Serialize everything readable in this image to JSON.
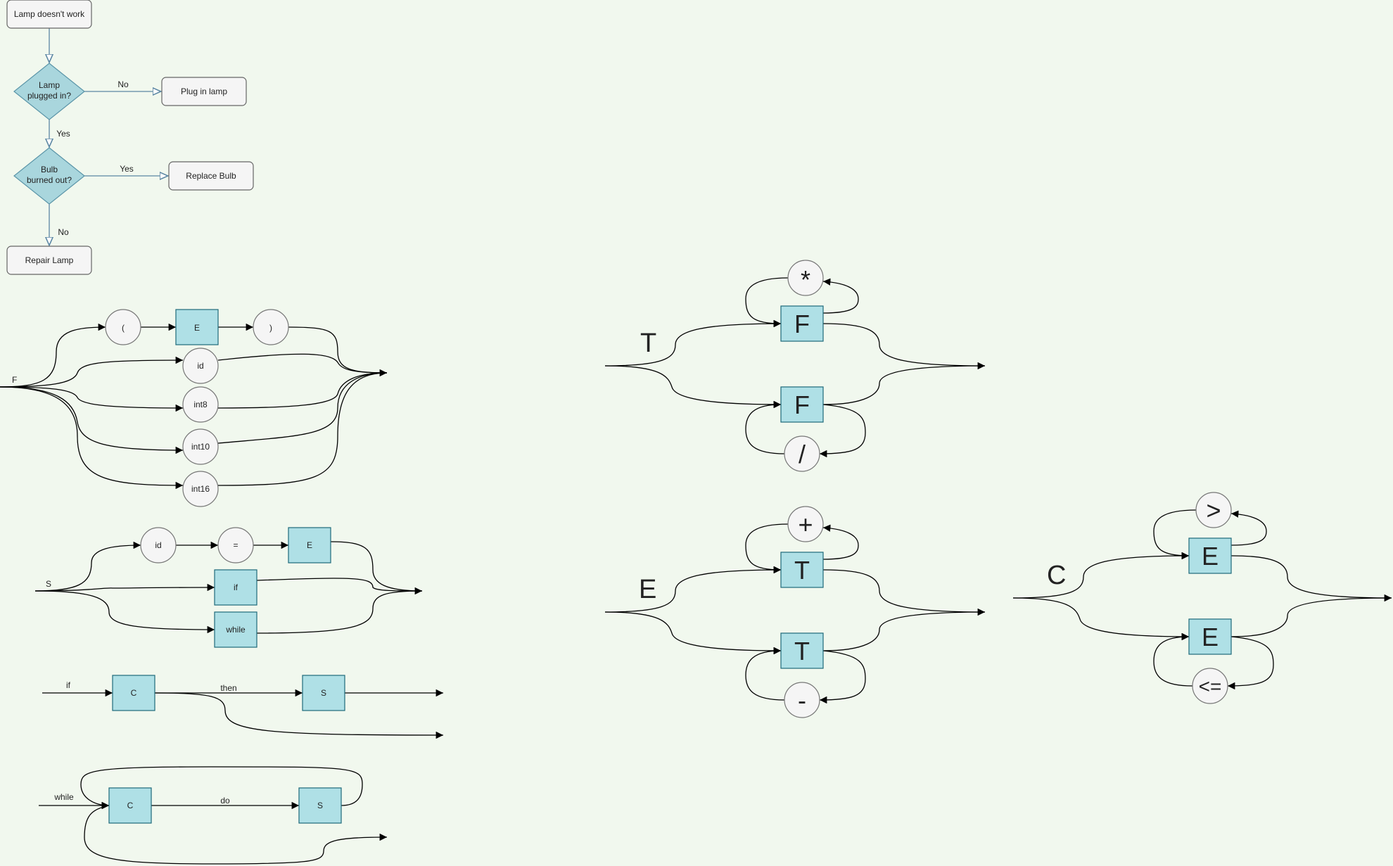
{
  "flowchart": {
    "start": "Lamp doesn't work",
    "q1": [
      "Lamp",
      "plugged in?"
    ],
    "q2": [
      "Bulb",
      "burned out?"
    ],
    "plug": "Plug in lamp",
    "replace": "Replace Bulb",
    "repair": "Repair Lamp",
    "no1": "No",
    "yes1": "Yes",
    "yes2": "Yes",
    "no2": "No"
  },
  "rule_F": {
    "label": "F",
    "lparen": "(",
    "e": "E",
    "rparen": ")",
    "id": "id",
    "int8": "int8",
    "int10": "int10",
    "int16": "int16"
  },
  "rule_S": {
    "label": "S",
    "id": "id",
    "eq": "=",
    "e": "E",
    "if": "if",
    "while": "while"
  },
  "rule_if": {
    "kw": "if",
    "c": "C",
    "then": "then",
    "s": "S"
  },
  "rule_while": {
    "kw": "while",
    "c": "C",
    "do": "do",
    "s": "S"
  },
  "rule_T": {
    "label": "T",
    "star": "*",
    "f1": "F",
    "f2": "F",
    "slash": "/"
  },
  "rule_E": {
    "label": "E",
    "plus": "+",
    "t1": "T",
    "t2": "T",
    "minus": "-"
  },
  "rule_C": {
    "label": "C",
    "gt": ">",
    "e1": "E",
    "e2": "E",
    "le": "<="
  }
}
